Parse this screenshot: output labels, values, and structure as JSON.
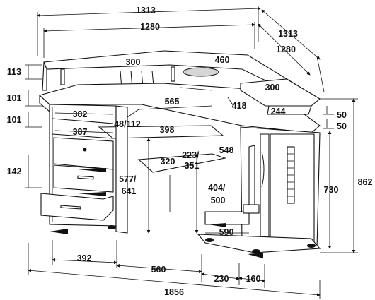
{
  "drawing": {
    "dimensions": {
      "top_width_outer": "1313",
      "top_width_inner": "1280",
      "side_depth_outer": "1313",
      "side_depth_inner": "1280",
      "shelf_depth_300_left": "300",
      "corner_460": "460",
      "shelf_300_right": "300",
      "corner_565": "565",
      "corner_418": "418",
      "shelf_244": "244",
      "left_113": "113",
      "left_101_a": "101",
      "left_101_b": "101",
      "left_142": "142",
      "shelf_382": "382",
      "shelf_387": "387",
      "tray_48_112": "48/112",
      "tray_398": "398",
      "tray_223_351": "223/\n351",
      "tray_548": "548",
      "tray_320": "320",
      "height_577_641": "577/\n641",
      "height_404_500": "404/\n500",
      "bottom_590": "590",
      "right_50_a": "50",
      "right_50_b": "50",
      "height_730": "730",
      "height_862": "862",
      "base_392": "392",
      "base_560": "560",
      "base_230": "230",
      "base_160": "160",
      "total_1856": "1856"
    }
  }
}
